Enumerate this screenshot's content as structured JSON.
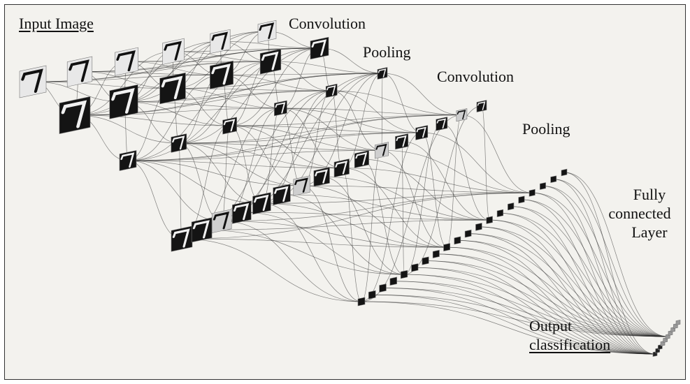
{
  "labels": {
    "input_image": "Input Image",
    "convolution_1": "Convolution",
    "pooling_1": "Pooling",
    "convolution_2": "Convolution",
    "pooling_2": "Pooling",
    "fully_connected_line1": "Fully",
    "fully_connected_line2": "connected",
    "fully_connected_line3": "Layer",
    "output_line1": "Output",
    "output_line2": "classification"
  },
  "layers": [
    {
      "name": "input",
      "count": 6
    },
    {
      "name": "convolution-1",
      "count": 6
    },
    {
      "name": "pooling-1",
      "count": 6
    },
    {
      "name": "convolution-2",
      "count": 16
    },
    {
      "name": "pooling-2",
      "count": 16
    },
    {
      "name": "fully-connected",
      "count": 20
    },
    {
      "name": "output",
      "count": 10
    }
  ],
  "colors": {
    "background": "#f3f2ee",
    "connection": "#222222",
    "map_dark": "#141414",
    "map_light": "#e8e8e8"
  }
}
